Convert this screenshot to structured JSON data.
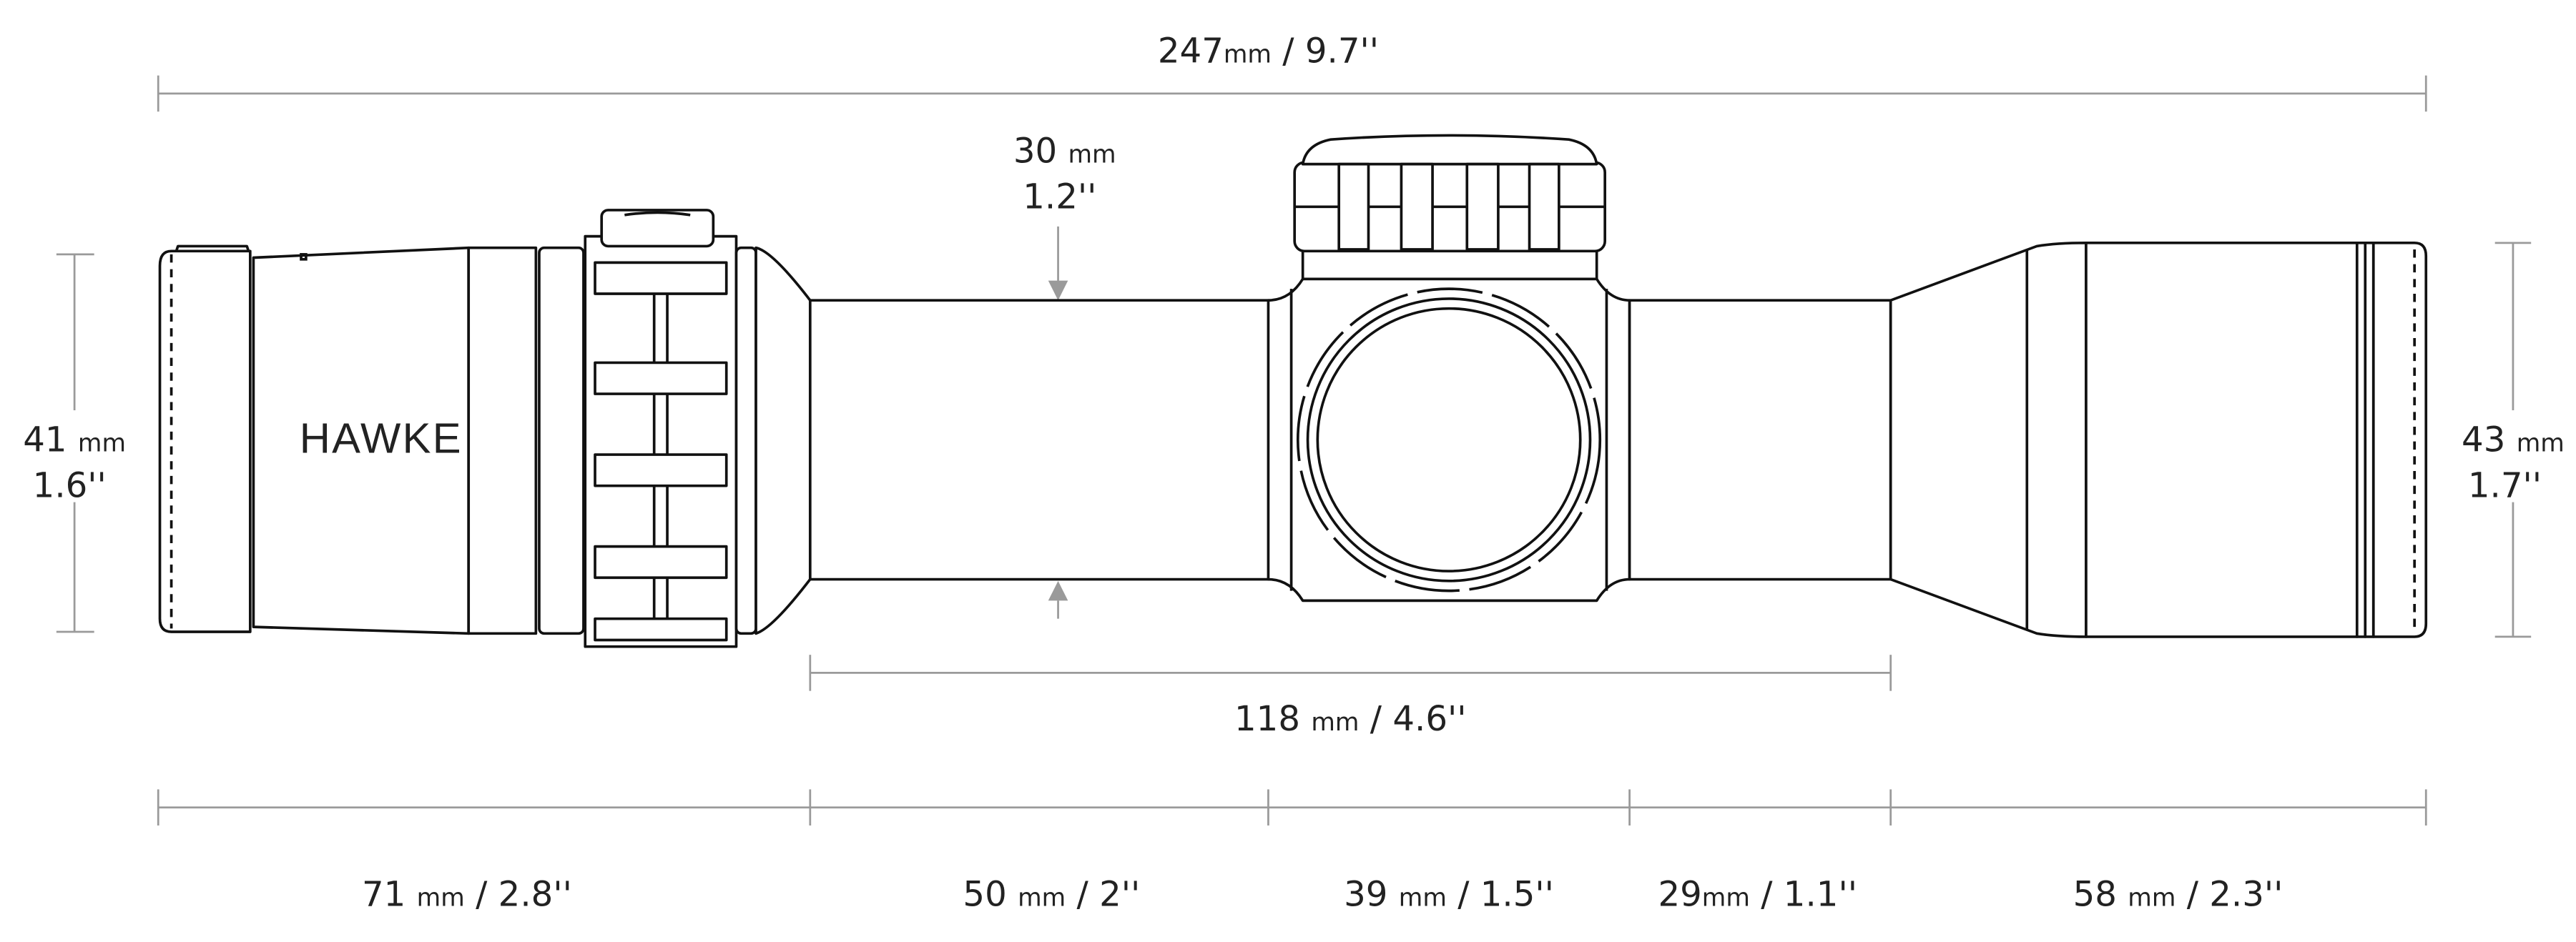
{
  "brand": "HAWKE",
  "dimensions": {
    "overall_length": {
      "value": "247",
      "unit": "mm",
      "imperial": " / 9.7''"
    },
    "eyepiece_diameter": {
      "value": "41",
      "unit": "mm",
      "imperial": "1.6''"
    },
    "objective_diameter": {
      "value": "43",
      "unit": "mm",
      "imperial": "1.7''"
    },
    "tube_diameter": {
      "value": "30",
      "unit": "mm",
      "imperial": "1.2''"
    },
    "mounting_length": {
      "value": "118",
      "unit": "mm",
      "imperial": " / 4.6''"
    },
    "segments": [
      {
        "value": "71",
        "unit": "mm",
        "imperial": " / 2.8''"
      },
      {
        "value": "50",
        "unit": "mm",
        "imperial": " / 2''"
      },
      {
        "value": "39",
        "unit": "mm",
        "imperial": " / 1.5''"
      },
      {
        "value": "29",
        "unit": "mm",
        "imperial": " / 1.1''"
      },
      {
        "value": "58",
        "unit": "mm",
        "imperial": " / 2.3''"
      }
    ]
  }
}
